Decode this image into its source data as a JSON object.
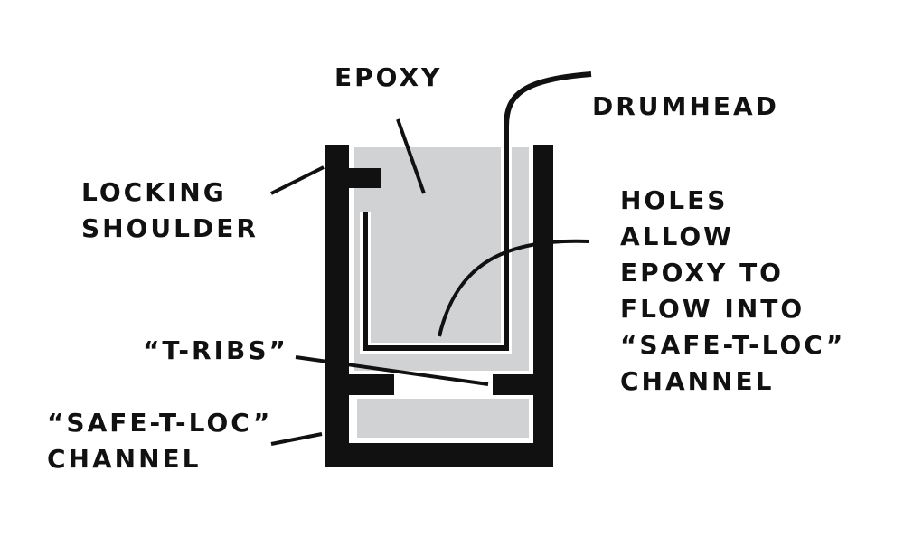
{
  "labels": {
    "epoxy": "EPOXY",
    "drumhead": "DRUMHEAD",
    "locking_shoulder": [
      "LOCKING",
      "SHOULDER"
    ],
    "holes": [
      "HOLES",
      "ALLOW",
      "EPOXY TO",
      "FLOW INTO",
      "“SAFE-T-LOC”",
      "CHANNEL"
    ],
    "t_ribs": "“T-RIBS”",
    "channel": [
      "“SAFE-T-LOC”",
      "CHANNEL"
    ]
  },
  "colors": {
    "ink": "#111111",
    "epoxy_fill": "#d1d2d4",
    "background": "#ffffff"
  }
}
